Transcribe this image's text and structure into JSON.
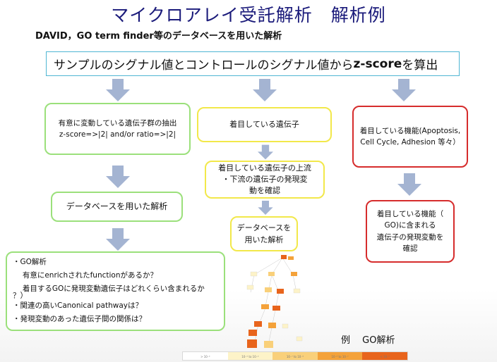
{
  "header": {
    "title": "マイクロアレイ受託解析　解析例",
    "subtitle": "DAVID，GO term finder等のデータベースを用いた解析"
  },
  "top_box": {
    "text_pre": "サンプルのシグナル値とコントロールのシグナル値から",
    "text_bold": "z-score",
    "text_post": "を算出"
  },
  "left_column": {
    "box1": {
      "line1": "有意に変動している遺伝子群の抽出",
      "line2": "z-score=>|2| and/or ratio=>|2|"
    },
    "box2": {
      "text": "データベースを用いた解析"
    },
    "box3": {
      "items": [
        "・GO解析",
        "　 有意にenrichされたfunctionがあるか？",
        "　 着目するGOに発現変動遺伝子はどれくらい含まれるか",
        "？）",
        "・関連の高いCanonical pathwayは？",
        "・発現変動のあった遺伝子間の関係は？"
      ]
    }
  },
  "center_column": {
    "box1": {
      "text": "着目している遺伝子"
    },
    "box2": {
      "line1": "着目している遺伝子の上流",
      "line2": "・下流の遺伝子の発現変",
      "line3": "動を確認"
    },
    "box3": {
      "line1": "データベースを",
      "line2": "用いた解析"
    }
  },
  "right_column": {
    "box1": {
      "line1": "着目している機能(Apoptosis,",
      "line2": "Cell Cycle, Adhesion 等々）"
    },
    "box2": {
      "line1": "着目している機能（",
      "line2": "GO)に含まれる",
      "line3": "遺伝子の発現変動を",
      "line4": "確認"
    }
  },
  "example_label": "例　 GO解析",
  "legend": {
    "labels": [
      "> 10⁻³",
      "10⁻⁵ to 10⁻³",
      "10⁻⁷ to 10⁻⁵",
      "10⁻⁹ to 10⁻⁷",
      "< 10⁻⁹"
    ],
    "colors": [
      "#ffffff",
      "#fdf3c8",
      "#f9d07a",
      "#f4a23a",
      "#e8641c"
    ]
  },
  "colors": {
    "arrow": "#a4b4d2",
    "green": "#9be07b",
    "yellow": "#f2e84a",
    "red": "#d62c2c",
    "accent": "#4fb6d3"
  }
}
